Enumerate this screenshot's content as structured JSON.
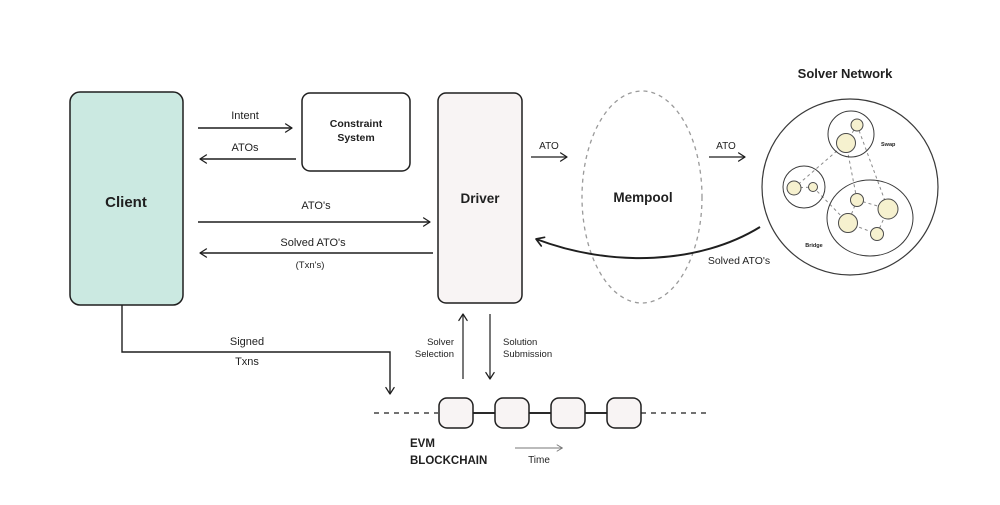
{
  "boxes": {
    "client": "Client",
    "constraint_line1": "Constraint",
    "constraint_line2": "System",
    "driver": "Driver",
    "mempool": "Mempool"
  },
  "solver_network": {
    "title": "Solver Network",
    "clusters": {
      "swap": "Swap",
      "bridge": "Bridge"
    }
  },
  "labels": {
    "intent": "Intent",
    "atos": "ATOs",
    "atos_apos": "ATO's",
    "solved_atos": "Solved ATO's",
    "txns_paren": "(Txn's)",
    "ato_to_mempool": "ATO",
    "ato_to_solver": "ATO",
    "solved_atos_return": "Solved ATO's",
    "signed": "Signed",
    "txns": "Txns",
    "solver_selection_line1": "Solver",
    "solver_selection_line2": "Selection",
    "solution_submission_line1": "Solution",
    "solution_submission_line2": "Submission",
    "time": "Time"
  },
  "blockchain": {
    "name_line1": "EVM",
    "name_line2": "BLOCKCHAIN",
    "block_count": 4
  },
  "colors": {
    "client_fill": "#cbe9e1",
    "driver_fill": "#f8f4f4",
    "block_fill": "#f8f4f4",
    "node_fill": "#f6f1cf",
    "stroke": "#1f1f1f",
    "dash_gray": "#9a9a9a"
  }
}
